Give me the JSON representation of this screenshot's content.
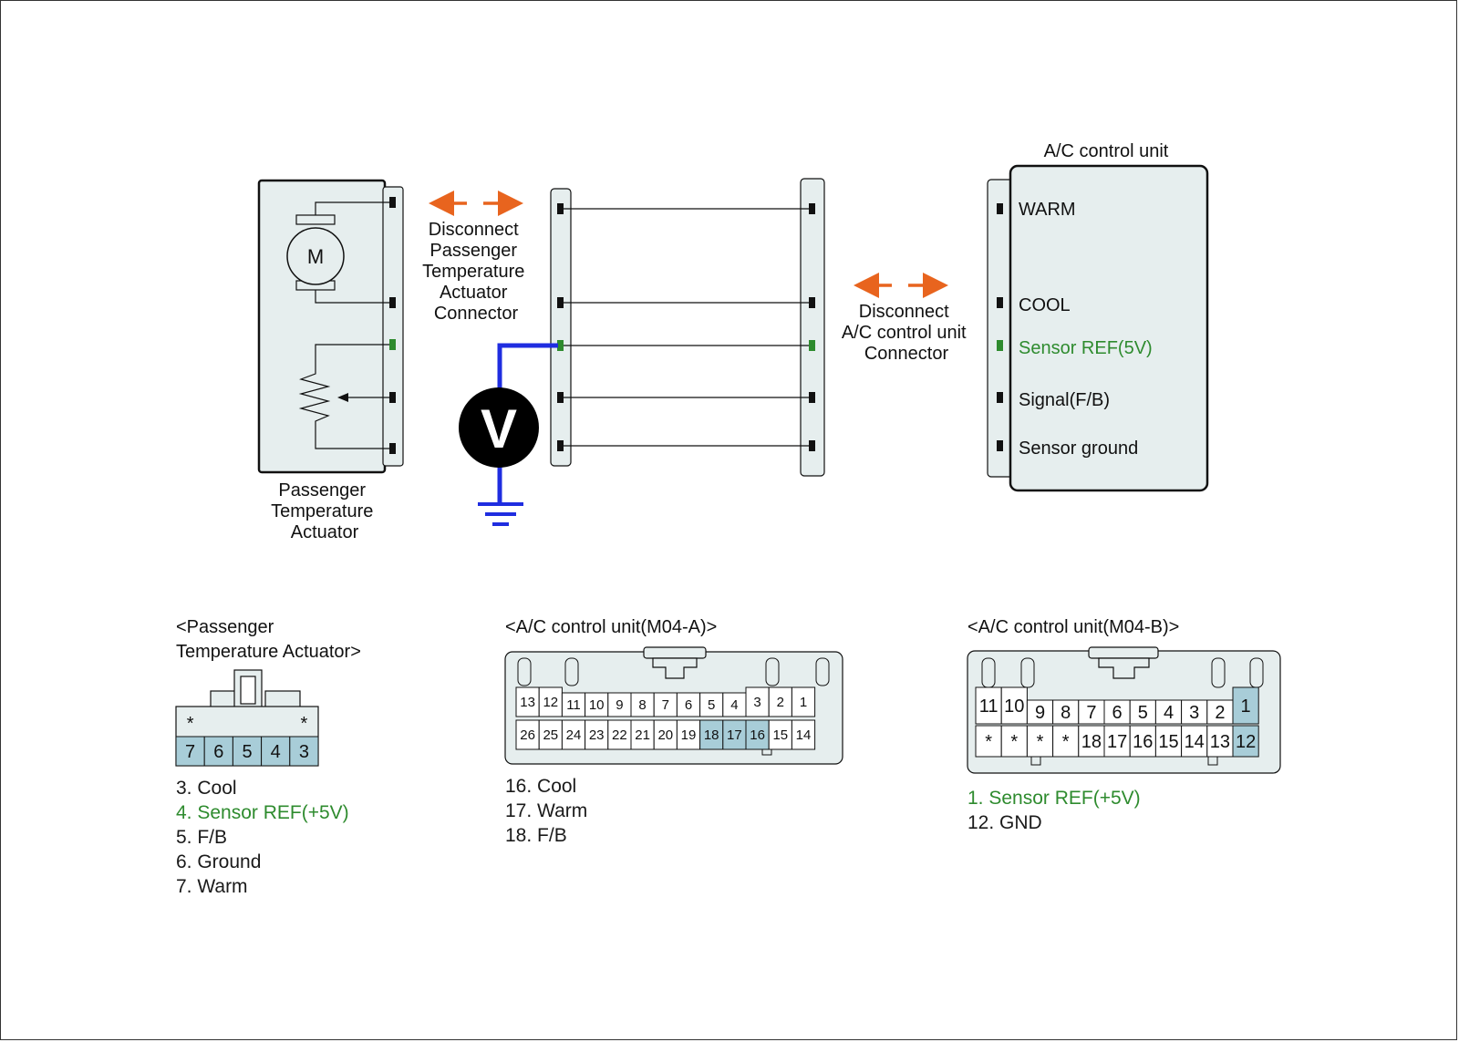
{
  "diagram": {
    "actuator_label": [
      "Passenger",
      "Temperature",
      "Actuator"
    ],
    "motor_letter": "M",
    "meter_letter": "V",
    "disconnect_actuator": [
      "Disconnect",
      "Passenger",
      "Temperature",
      "Actuator",
      "Connector"
    ],
    "disconnect_acu": [
      "Disconnect",
      "A/C control unit",
      "Connector"
    ],
    "acu_title": "A/C control unit",
    "acu_pins": [
      "WARM",
      "COOL",
      "Sensor REF(5V)",
      "Signal(F/B)",
      "Sensor ground"
    ],
    "colors": {
      "arrow": "#e8641e",
      "probe_wire": "#1f2de0",
      "highlight_pin": "#2e8b2e",
      "highlight_cell": "#a8cdd8",
      "housing": "#e6eeee"
    }
  },
  "connectors": {
    "actuator": {
      "title": [
        "<Passenger",
        "Temperature Actuator>"
      ],
      "top_row": [
        "*",
        "",
        "",
        "",
        "*"
      ],
      "bottom_row": [
        "7",
        "6",
        "5",
        "4",
        "3"
      ],
      "highlighted": [
        "7",
        "6",
        "5",
        "4",
        "3"
      ],
      "legend": [
        "3. Cool",
        "4. Sensor REF(+5V)",
        "5. F/B",
        "6. Ground",
        "7. Warm"
      ],
      "legend_green_index": 1
    },
    "m04a": {
      "title": "<A/C control unit(M04-A)>",
      "top_row": [
        "13",
        "12",
        "11",
        "10",
        "9",
        "8",
        "7",
        "6",
        "5",
        "4",
        "3",
        "2",
        "1"
      ],
      "bottom_row": [
        "26",
        "25",
        "24",
        "23",
        "22",
        "21",
        "20",
        "19",
        "18",
        "17",
        "16",
        "15",
        "14"
      ],
      "highlighted": [
        "18",
        "17",
        "16"
      ],
      "legend": [
        "16. Cool",
        "17. Warm",
        "18. F/B"
      ]
    },
    "m04b": {
      "title": "<A/C control unit(M04-B)>",
      "top_row": [
        "11",
        "10",
        "9",
        "8",
        "7",
        "6",
        "5",
        "4",
        "3",
        "2",
        "1"
      ],
      "bottom_row": [
        "*",
        "*",
        "*",
        "*",
        "18",
        "17",
        "16",
        "15",
        "14",
        "13",
        "12"
      ],
      "highlighted": [
        "1",
        "12"
      ],
      "legend": [
        "1. Sensor REF(+5V)",
        "12. GND"
      ],
      "legend_green_index": 0
    }
  }
}
